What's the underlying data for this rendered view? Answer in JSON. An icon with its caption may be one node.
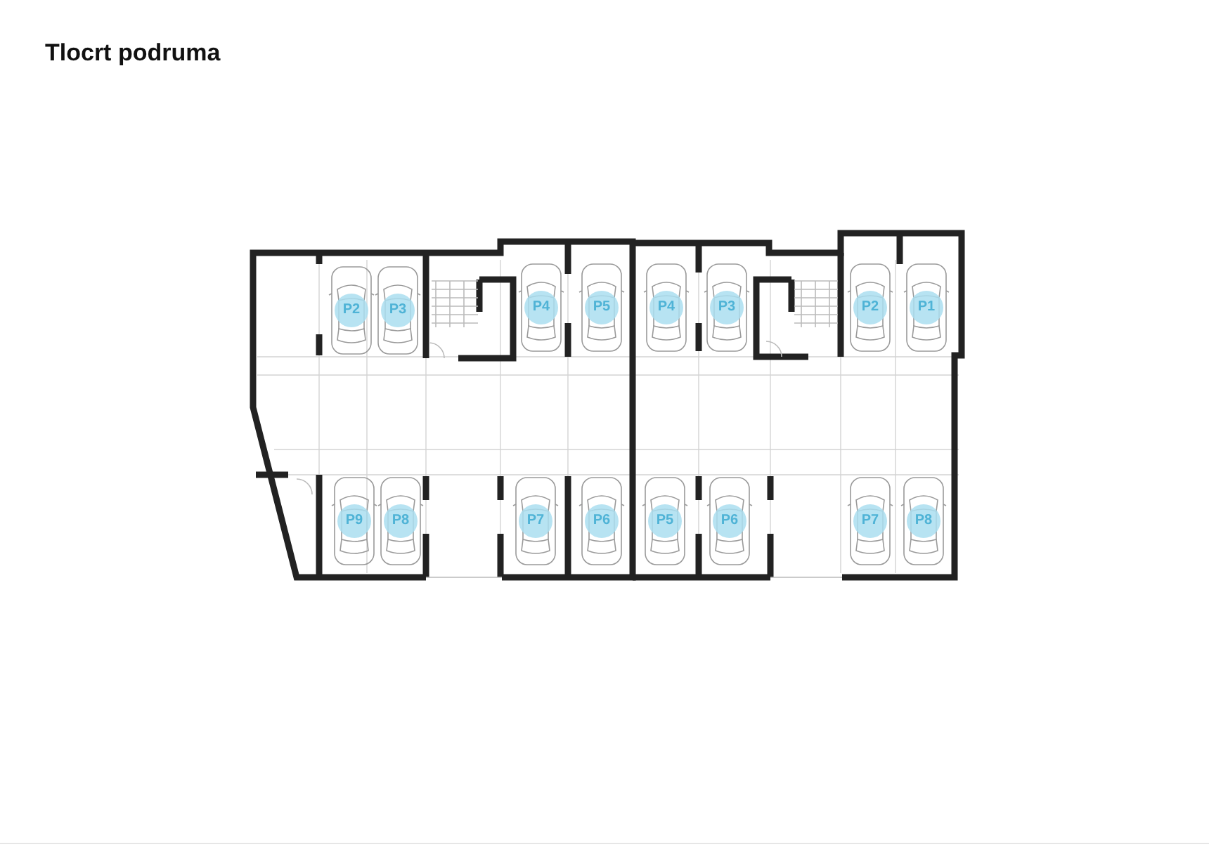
{
  "diagram": {
    "title": "Tlocrt podruma",
    "labels": [
      "P2",
      "P3",
      "P4",
      "P5",
      "P4",
      "P3",
      "P2",
      "P1",
      "P9",
      "P8",
      "P7",
      "P6",
      "P5",
      "P6",
      "P7",
      "P8"
    ]
  }
}
